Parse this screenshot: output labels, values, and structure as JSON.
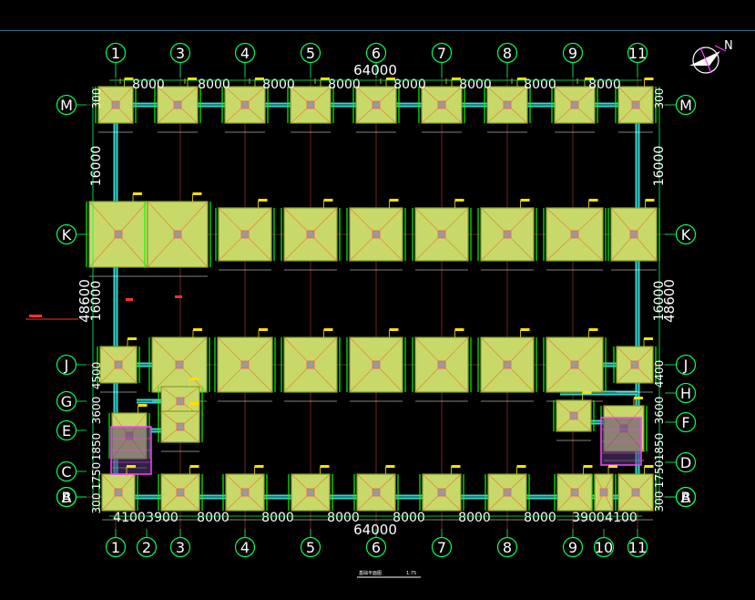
{
  "drawing": {
    "background": "#000000",
    "axis_color": "#00ff5a",
    "footing_fill": "#c8d96a",
    "beam_color": "#38d6cf",
    "grid_line_color": "#ff5050",
    "north_label": "N",
    "x_axes_top": [
      "1",
      "3",
      "4",
      "5",
      "6",
      "7",
      "8",
      "9",
      "11"
    ],
    "x_axes_bottom": [
      "1",
      "2",
      "3",
      "4",
      "5",
      "6",
      "7",
      "8",
      "9",
      "10",
      "11"
    ],
    "y_axes_left": [
      "M",
      "K",
      "J",
      "G",
      "E",
      "C",
      "B",
      "A"
    ],
    "y_axes_right": [
      "M",
      "K",
      "J",
      "H",
      "F",
      "D",
      "B",
      "A"
    ],
    "top_total_dim": "64000",
    "bottom_total_dim": "64000",
    "top_bay_dims": [
      "8000",
      "8000",
      "8000",
      "8000",
      "8000",
      "8000",
      "8000",
      "8000"
    ],
    "bottom_bay_dims": [
      "4100",
      "3900",
      "8000",
      "8000",
      "8000",
      "8000",
      "8000",
      "8000",
      "3900",
      "4100"
    ],
    "left_dims": {
      "total": "48600",
      "seg_top": "300",
      "seg_mid1": "16000",
      "seg_mid2": "16000",
      "seg_low": "4500",
      "seg_chain": "3600",
      "seg_chain2": "1850",
      "seg_chain3": "1750",
      "seg_bottom": "300"
    },
    "right_dims": {
      "total": "48600",
      "seg_top": "300",
      "seg_mid1": "16000",
      "seg_mid2": "16000",
      "seg_low": "4400",
      "seg_chain": "3600",
      "seg_chain2": "1850",
      "seg_chain3": "1750",
      "seg_bottom": "300"
    },
    "caption_left": "基础平面图",
    "caption_scale": "1:75"
  }
}
